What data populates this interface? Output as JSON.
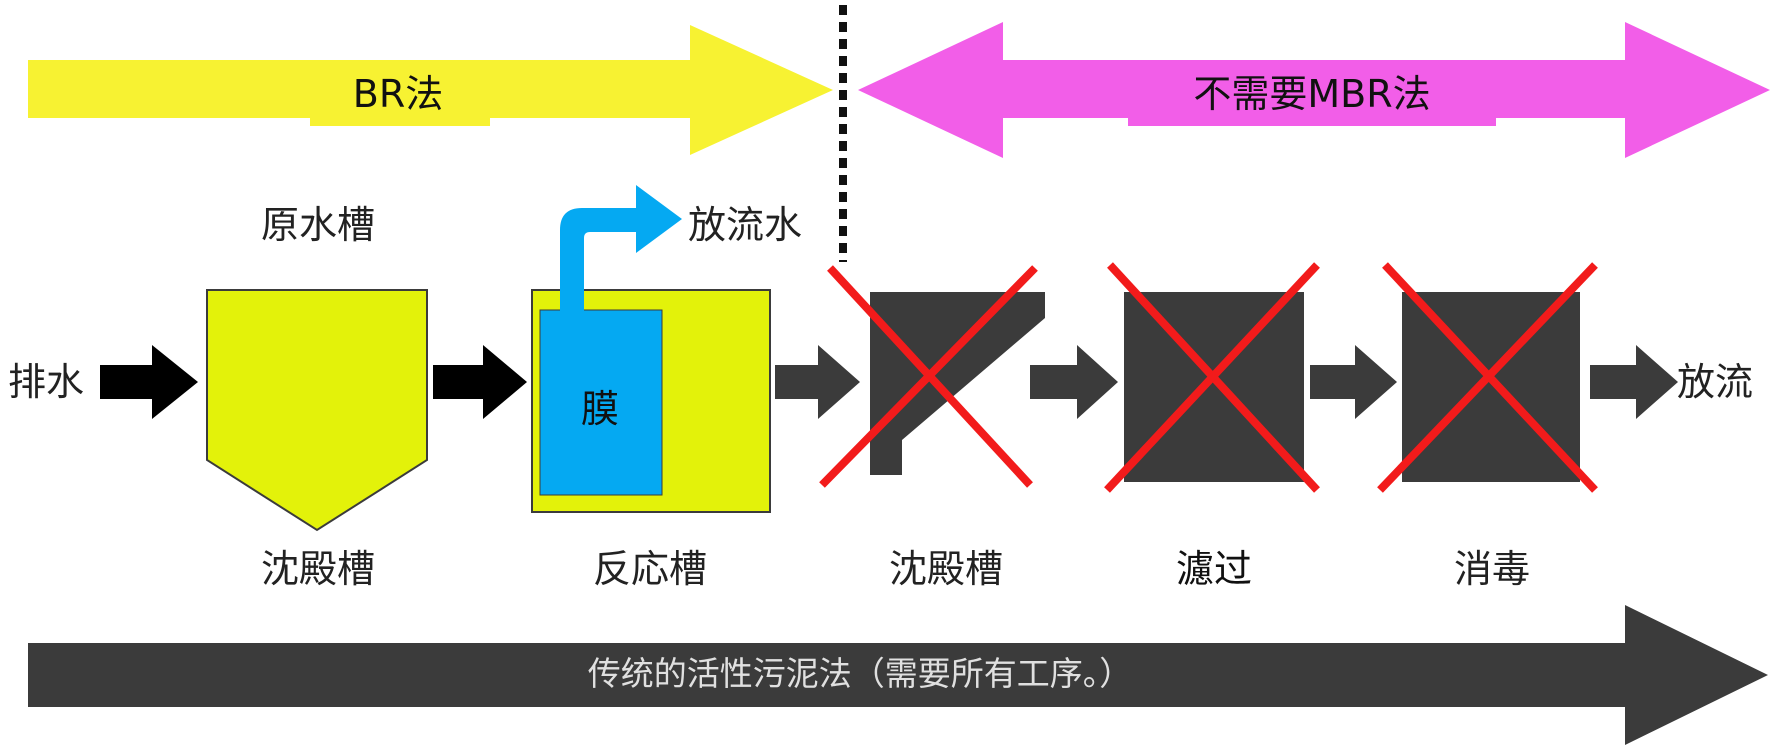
{
  "labels": {
    "br_method": "BR法",
    "mbr_not_needed": "不需要MBR法",
    "raw_water_tank": "原水槽",
    "effluent_water": "放流水",
    "wastewater_in": "排水",
    "membrane": "膜",
    "discharge": "放流",
    "settling_tank_1": "沈殿槽",
    "reaction_tank": "反応槽",
    "settling_tank_2": "沈殿槽",
    "filtration": "濾过",
    "disinfection": "消毒",
    "conventional_process": "传统的活性污泥法（需要所有工序。）"
  },
  "colors": {
    "br_arrow": "#f7f232",
    "mbr_arrow": "#f25ee8",
    "tank_fill": "#e3f20a",
    "membrane_fill": "#05a9f2",
    "dark": "#3b3b3b",
    "cross_red": "#f21b1b"
  }
}
